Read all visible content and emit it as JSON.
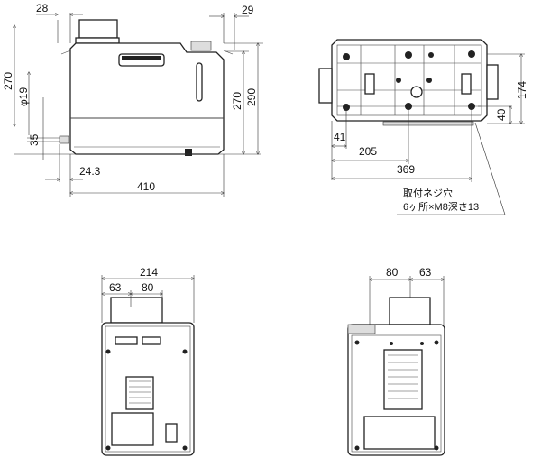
{
  "front_view": {
    "dim_top_left": "28",
    "dim_top_right": "29",
    "dim_height_left": "270",
    "dim_diameter": "φ19",
    "dim_35": "35",
    "dim_height_right_inner": "270",
    "dim_height_right_outer": "290",
    "dim_offset": "24.3",
    "dim_width": "410"
  },
  "bottom_view": {
    "dim_174": "174",
    "dim_40": "40",
    "dim_41": "41",
    "dim_205": "205",
    "dim_369": "369",
    "note_line1": "取付ネジ穴",
    "note_line2": "6ヶ所×M8深さ13"
  },
  "side_view_left": {
    "dim_width": "214",
    "dim_63": "63",
    "dim_80": "80"
  },
  "side_view_right": {
    "dim_80": "80",
    "dim_63": "63"
  }
}
